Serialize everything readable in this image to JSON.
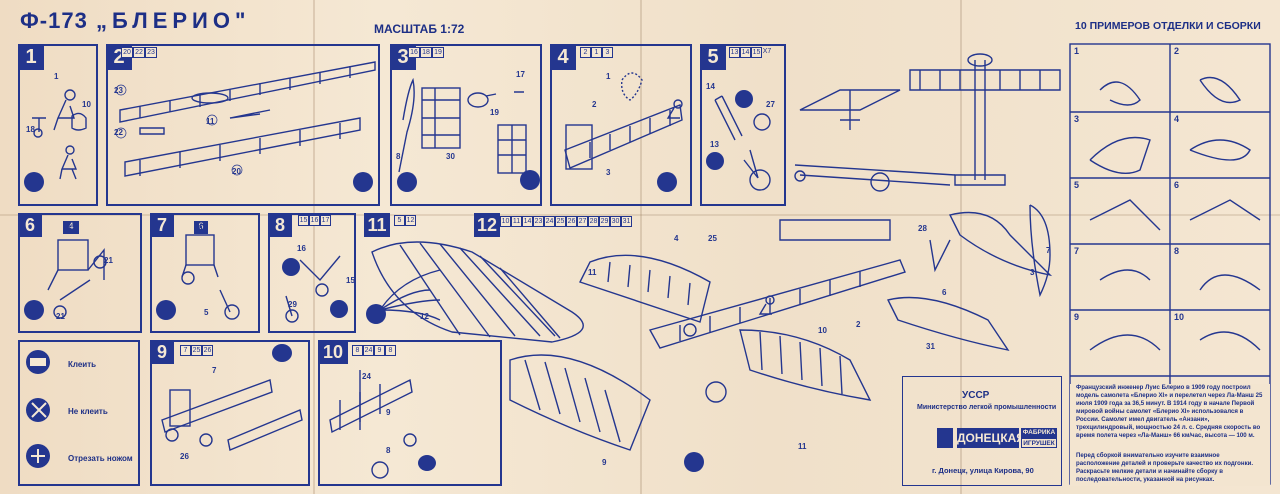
{
  "header": {
    "model_code": "Ф-173",
    "model_name": "„БЛЕРИО\"",
    "scale_label": "МАСШТАБ 1:72",
    "examples_title": "10 ПРИМЕРОВ ОТДЕЛКИ И СБОРКИ"
  },
  "steps": [
    {
      "num": "1",
      "parts": []
    },
    {
      "num": "2",
      "parts": [
        "20",
        "22",
        "23"
      ]
    },
    {
      "num": "3",
      "parts": [
        "16",
        "18",
        "19"
      ]
    },
    {
      "num": "4",
      "parts": [
        "2",
        "1",
        "3"
      ]
    },
    {
      "num": "5",
      "parts": [
        "13",
        "14",
        "15",
        "X7"
      ]
    },
    {
      "num": "6",
      "parts": [
        "4"
      ]
    },
    {
      "num": "7",
      "parts": [
        "6"
      ]
    },
    {
      "num": "8",
      "parts": [
        "15",
        "16",
        "17"
      ]
    },
    {
      "num": "9",
      "parts": [
        "7",
        "25",
        "26"
      ]
    },
    {
      "num": "10",
      "parts": [
        "8",
        "24",
        "9",
        "8"
      ]
    },
    {
      "num": "11",
      "parts": [
        "5",
        "12"
      ]
    },
    {
      "num": "12",
      "parts": [
        "10",
        "11",
        "14",
        "23",
        "24",
        "25",
        "26",
        "27",
        "28",
        "29",
        "30",
        "31"
      ]
    }
  ],
  "callouts": {
    "s1": [
      "1",
      "18",
      "10"
    ],
    "s2": [
      "23",
      "22",
      "11",
      "20"
    ],
    "s3": [
      "8",
      "30",
      "17",
      "19"
    ],
    "s4": [
      "1",
      "2",
      "3"
    ],
    "s5": [
      "14",
      "13",
      "27"
    ],
    "s6": [
      "4",
      "21",
      "21"
    ],
    "s7": [
      "6",
      "5"
    ],
    "s8": [
      "16",
      "15",
      "29"
    ],
    "s9": [
      "7",
      "26"
    ],
    "s10": [
      "24",
      "9",
      "8"
    ],
    "s11": [
      "12",
      "9"
    ],
    "s12": [
      "11",
      "10",
      "28",
      "6",
      "31",
      "4",
      "25",
      "11",
      "2",
      "3",
      "7"
    ]
  },
  "legend": {
    "glue": "Клеить",
    "no_glue": "Не клеить",
    "cut": "Отрезать ножом"
  },
  "examples": [
    "1",
    "2",
    "3",
    "4",
    "5",
    "6",
    "7",
    "8",
    "9",
    "10"
  ],
  "publisher": {
    "country": "УССР",
    "ministry": "Министерство легкой промышленности",
    "factory_name": "ДОНЕЦКАЯ",
    "factory_sub1": "ФАБРИКА",
    "factory_sub2": "ИГРУШЕК",
    "address": "г. Донецк, улица Кирова, 90"
  },
  "description": {
    "history": "Французский инженер Луис Блерио в 1909 году построил модель самолета «Блерио XI» и перелетел через Ла-Манш 25 июля 1909 года за 36,5 минут. В 1914 году в начале Первой мировой войны самолет «Блерио XI» использовался в России. Самолет имел двигатель «Анзани», трехцилиндровый, мощностью 24 л. с. Средняя скорость во время полета через «Ла-Манш» 66 км/час, высота — 100 м.",
    "instructions": "Перед сборкой внимательно изучите взаимное расположение деталей и проверьте качество их подгонки. Раскрасьте мелкие детали и начинайте сборку в последовательности, указанной на рисунках."
  }
}
